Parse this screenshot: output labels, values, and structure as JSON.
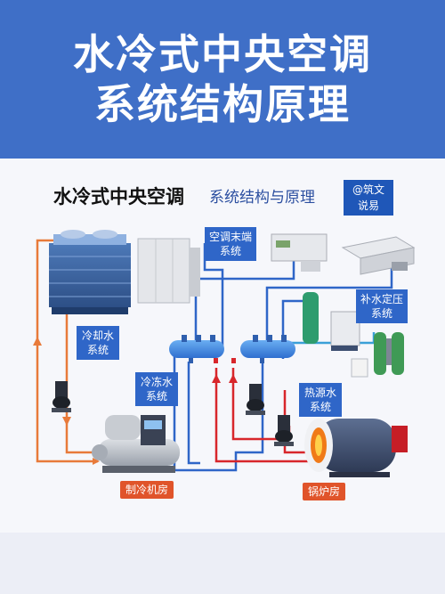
{
  "banner": {
    "line1": "水冷式中央空调",
    "line2": "系统结构原理"
  },
  "diagram": {
    "title_main": "水冷式中央空调",
    "title_sub": "系统结构与原理",
    "badge_line1": "@筑文",
    "badge_line2": "说易",
    "labels": {
      "terminal_line1": "空调末端",
      "terminal_line2": "系统",
      "makeup_line1": "补水定压",
      "makeup_line2": "系统",
      "cooling_line1": "冷却水",
      "cooling_line2": "系统",
      "chilled_line1": "冷冻水",
      "chilled_line2": "系统",
      "heat_line1": "热源水",
      "heat_line2": "系统",
      "chiller_room": "制冷机房",
      "boiler_room": "锅炉房"
    },
    "colors": {
      "banner": "#3f6fc7",
      "label_blue": "#2f66c8",
      "cooling_pipe": "#e87a3a",
      "chilled_pipe": "#2f66c8",
      "heat_pipe": "#d8262b",
      "makeup_pipe": "#3aa0d8",
      "room_label": "#e0542a"
    }
  }
}
